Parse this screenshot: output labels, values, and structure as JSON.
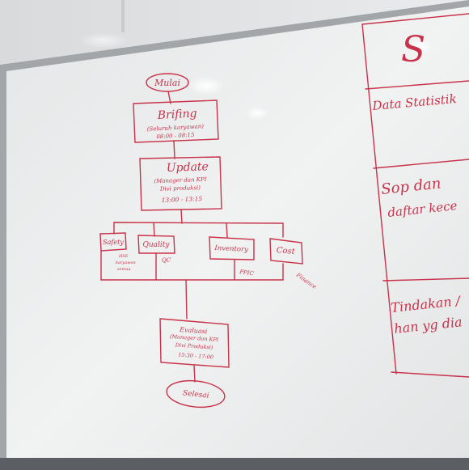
{
  "colors": {
    "marker": "#c8324a",
    "board": "#eceeef",
    "frame": "#9a9d9f"
  },
  "flowchart": {
    "start": "Mulai",
    "briefing": {
      "title": "Brifing",
      "line1": "(Seluruh karyawan)",
      "line2": "08:00 - 08:15"
    },
    "update": {
      "title": "Update",
      "line1": "(Manager dan KPI",
      "line2": "Divi produksi)",
      "line3": "13:00 - 13:15"
    },
    "branches": [
      {
        "label": "Safety",
        "note": [
          "HSE",
          "karyawan",
          "semua"
        ]
      },
      {
        "label": "Quality",
        "note": [
          "QC"
        ]
      },
      {
        "label": "Inventory",
        "note": [
          "PPIC"
        ]
      },
      {
        "label": "Cost",
        "note": [
          "Finance"
        ]
      }
    ],
    "evaluation": {
      "title": "Evaluasi",
      "line1": "(Manager dan KPI",
      "line2": "Divi Produksi)",
      "line3": "15:30 - 17:00"
    },
    "end": "Selesai"
  },
  "table": {
    "header_letter": "S",
    "rows": [
      [
        "Data Statistik"
      ],
      [
        "Sop dan",
        "daftar kece"
      ],
      [
        "Tindakan /",
        "han yg dia"
      ]
    ]
  }
}
